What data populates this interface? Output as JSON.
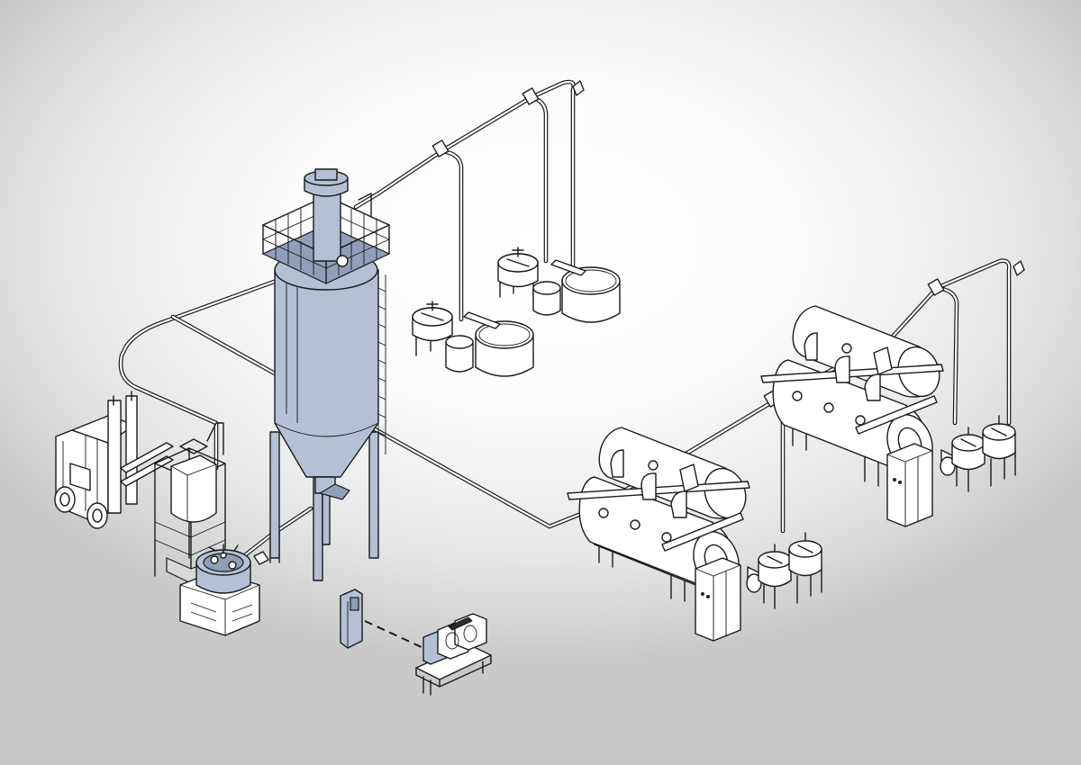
{
  "diagram": {
    "type": "isometric process line drawing",
    "palette": {
      "line": "#1a1a1a",
      "equipment_fill": "#ffffff",
      "highlight_fill": "#b3c0d6",
      "background_center": "#ffffff",
      "background_edge": "#c9c9c9"
    },
    "components": [
      "forklift",
      "bulk-bag-discharger",
      "mixing-vessel",
      "storage-silo-with-platform",
      "control-panel-kiosk",
      "blower-package",
      "upper-weigh-hopper-group-left",
      "upper-weigh-hopper-group-right",
      "drum-mixer-unit-left",
      "drum-mixer-unit-right",
      "electrical-cabinet-left",
      "electrical-cabinet-right",
      "pneumatic-conveying-pipework"
    ]
  }
}
